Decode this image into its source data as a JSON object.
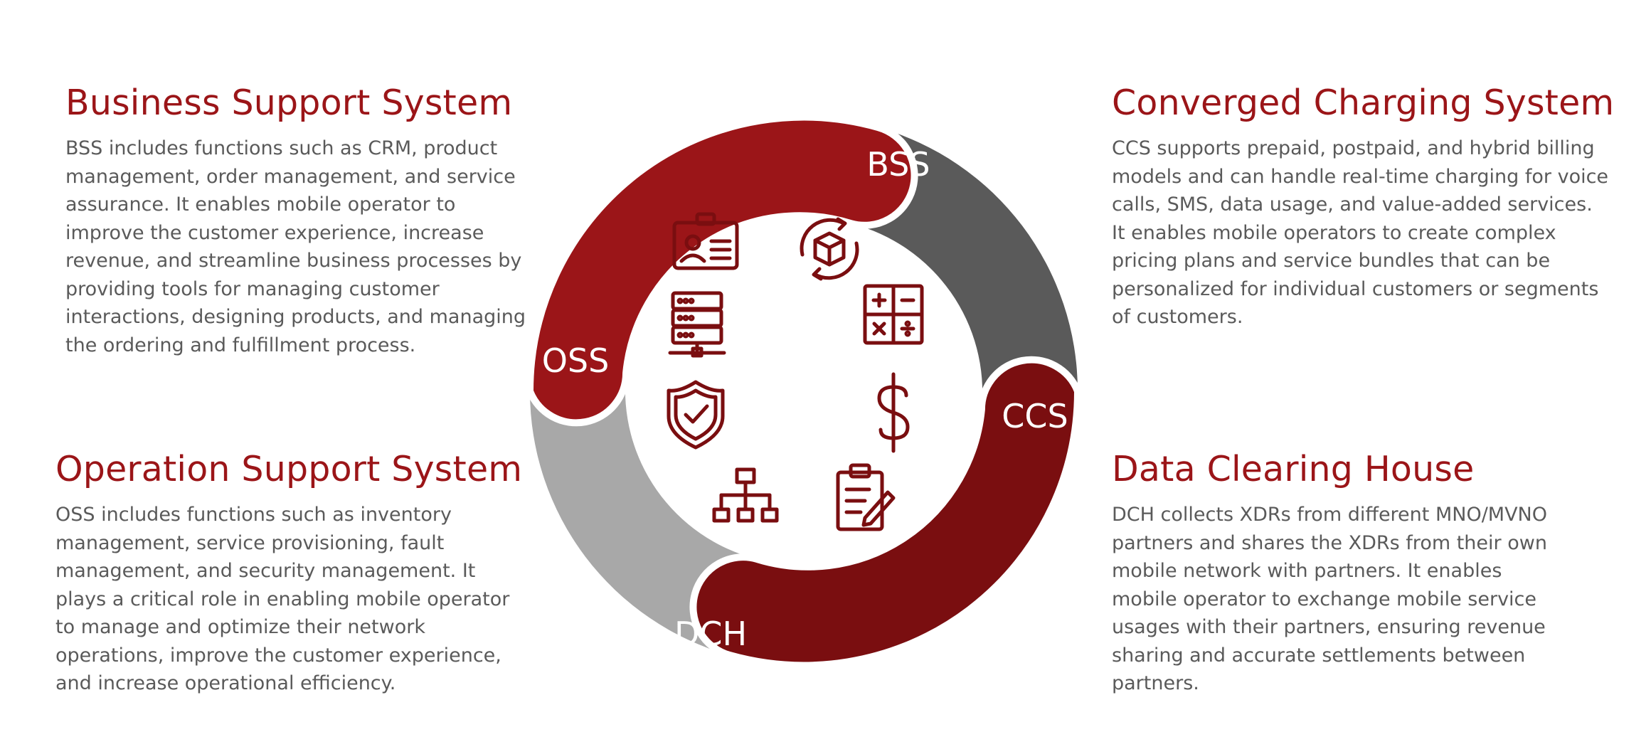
{
  "colors": {
    "accent_red": "#9b1518",
    "dark_red": "#7a0e10",
    "dark_gray": "#5a5a5a",
    "light_gray": "#a8a8a8",
    "body_text": "#5a5a5a"
  },
  "segments": {
    "bss": {
      "label": "BSS"
    },
    "ccs": {
      "label": "CCS"
    },
    "dch": {
      "label": "DCH"
    },
    "oss": {
      "label": "OSS"
    }
  },
  "icons": [
    "id-card-icon",
    "package-cycle-icon",
    "calculator-icon",
    "dollar-icon",
    "clipboard-pen-icon",
    "hierarchy-icon",
    "shield-check-icon",
    "server-rack-icon"
  ],
  "panels": {
    "bss": {
      "title": "Business Support System",
      "body": "BSS includes functions such as CRM, product management, order management, and service assurance. It enables mobile operator to improve the customer experience, increase revenue, and streamline business processes by providing tools for managing customer interactions, designing products, and managing the ordering and fulfillment process."
    },
    "ccs": {
      "title": "Converged Charging System",
      "body": "CCS supports prepaid, postpaid, and hybrid billing models and can handle real-time charging for voice calls, SMS, data usage, and value-added services. It enables mobile operators to create complex pricing plans and service bundles that can be personalized for individual customers or segments of customers."
    },
    "oss": {
      "title": "Operation Support System",
      "body": "OSS includes functions such as inventory management, service provisioning, fault management, and security management. It plays a critical role in enabling mobile operator to manage and optimize their network operations, improve the customer experience, and increase operational efficiency."
    },
    "dch": {
      "title": "Data Clearing House",
      "body": "DCH collects XDRs from different MNO/MVNO partners and shares the XDRs from their own mobile network with partners. It enables mobile operator to exchange mobile service usages with their partners, ensuring revenue sharing and accurate settlements between partners."
    }
  }
}
